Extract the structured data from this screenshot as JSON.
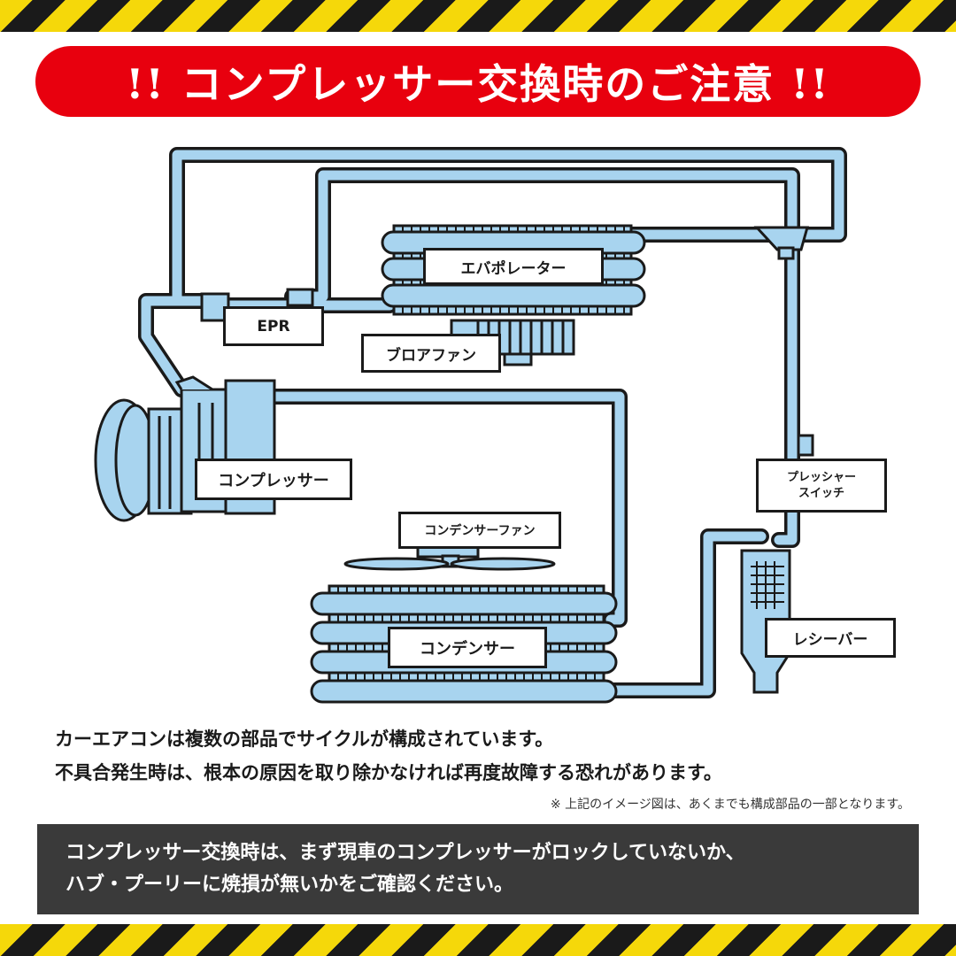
{
  "title": "!! コンプレッサー交換時のご注意 !!",
  "labels": {
    "evaporator": "エバポレーター",
    "epr": "EPR",
    "blower_fan": "ブロアファン",
    "compressor": "コンプレッサー",
    "pressure_switch_line1": "プレッシャー",
    "pressure_switch_line2": "スイッチ",
    "condenser_fan": "コンデンサーファン",
    "condenser": "コンデンサー",
    "receiver": "レシーバー"
  },
  "description": {
    "line1": "カーエアコンは複数の部品でサイクルが構成されています。",
    "line2": "不具合発生時は、根本の原因を取り除かなければ再度故障する恐れがあります。"
  },
  "note": "※ 上記のイメージ図は、あくまでも構成部品の一部となります。",
  "notice": {
    "line1": "コンプレッサー交換時は、まず現車のコンプレッサーがロックしていないか、",
    "line2": "ハブ・プーリーに焼損が無いかをご確認ください。"
  },
  "colors": {
    "pipe": "#a8d4ef",
    "outline": "#1a1a1a",
    "banner": "#e8000e",
    "hazard_yellow": "#f5d80a",
    "dark_box": "#3a3a3a"
  }
}
